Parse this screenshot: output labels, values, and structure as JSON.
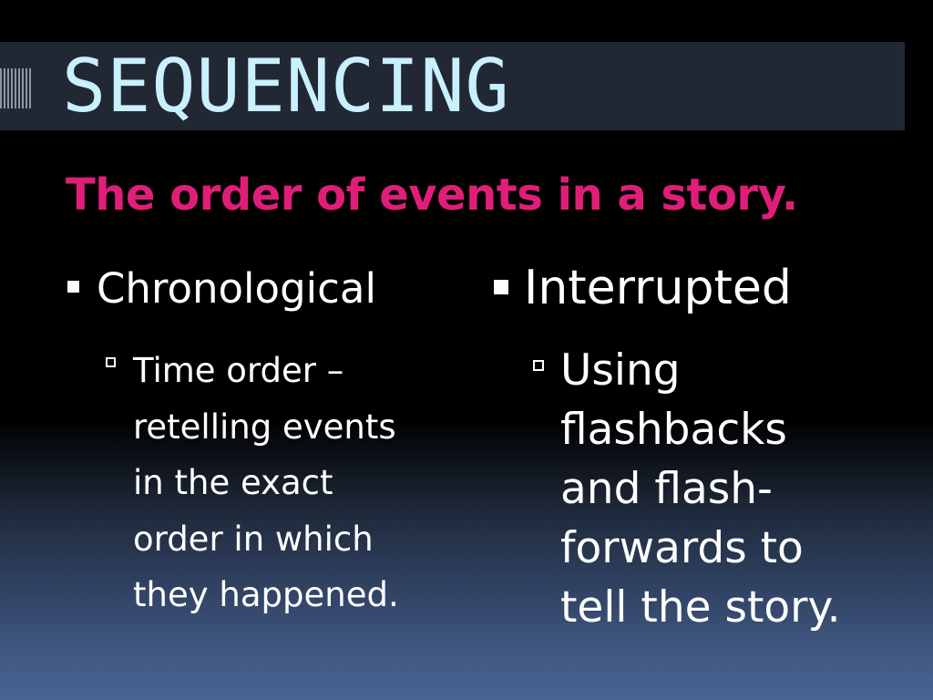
{
  "slide": {
    "title": "SEQUENCING",
    "subtitle": "The order of events in a story.",
    "left": {
      "heading": "Chronological",
      "detail": "Time order –\nretelling events\nin the exact\norder in which\nthey happened."
    },
    "right": {
      "heading": "Interrupted",
      "detail": "Using\nflashbacks\nand flash-\nforwards to\ntell the story."
    }
  },
  "colors": {
    "title": "#c9f0ff",
    "subtitle": "#e01e79",
    "body_text": "#ffffff",
    "title_band": "#222833"
  },
  "icons": {
    "title_decoration": "striped-bar-icon",
    "bullet_primary": "filled-square-bullet-icon",
    "bullet_secondary": "hollow-square-bullet-icon"
  }
}
